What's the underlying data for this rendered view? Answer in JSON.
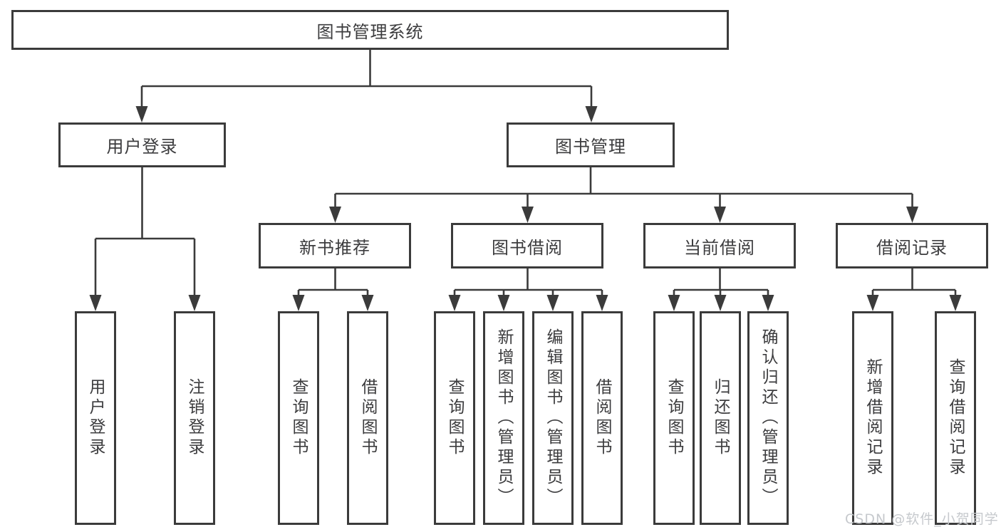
{
  "diagram": {
    "title": "图书管理系统",
    "level2": {
      "user_login": "用户登录",
      "book_management": "图书管理"
    },
    "level3": {
      "new_book_recommend": "新书推荐",
      "book_borrow": "图书借阅",
      "current_borrow": "当前借阅",
      "borrow_records": "借阅记录"
    },
    "leaves": {
      "user_login": "用户登录",
      "logout": "注销登录",
      "newbooks_query_books": "查询图书",
      "newbooks_borrow_books": "借阅图书",
      "borrow_query_books": "查询图书",
      "borrow_add_books_admin": "新增图书（管理员）",
      "borrow_edit_books_admin": "编辑图书（管理员）",
      "borrow_borrow_books": "借阅图书",
      "current_query_books": "查询图书",
      "current_return_books": "归还图书",
      "current_confirm_return_admin": "确认归还（管理员）",
      "records_add_record": "新增借阅记录",
      "records_query_record": "查询借阅记录"
    },
    "watermark": "CSDN @软件_小贺同学",
    "colors": {
      "line": "#3b3b3b",
      "text": "#3c3c3e",
      "watermark": "#c6c9cd",
      "background": "#ffffff"
    }
  }
}
